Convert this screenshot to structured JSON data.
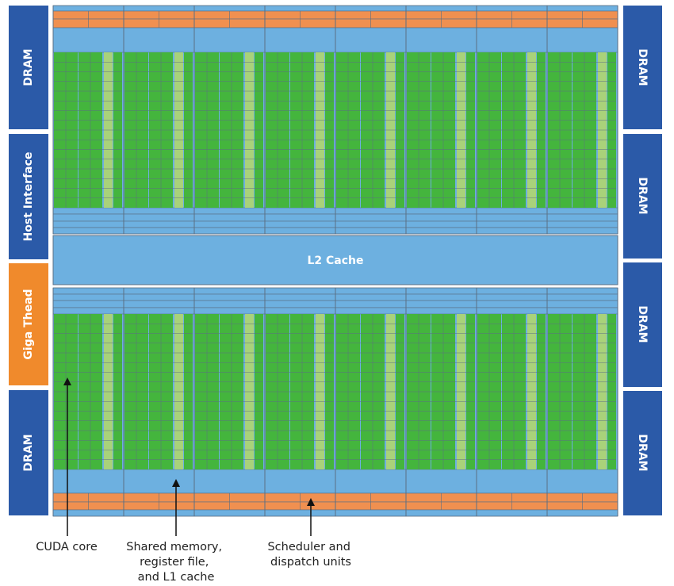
{
  "left_column": [
    {
      "label": "DRAM",
      "color": "#2b5aa8"
    },
    {
      "label": "Host Interface",
      "color": "#2b5aa8"
    },
    {
      "label": "Giga Thead",
      "color": "#f08a2c"
    },
    {
      "label": "DRAM",
      "color": "#2b5aa8"
    }
  ],
  "right_column": [
    {
      "label": "DRAM",
      "color": "#2b5aa8"
    },
    {
      "label": "DRAM",
      "color": "#2b5aa8"
    },
    {
      "label": "DRAM",
      "color": "#2b5aa8"
    },
    {
      "label": "DRAM",
      "color": "#2b5aa8"
    }
  ],
  "l2_cache": {
    "label": "L2 Cache",
    "color": "#6db0e0"
  },
  "colors": {
    "core": "#44b53d",
    "light_core": "#a9d27a",
    "memory": "#6db0e0",
    "scheduler": "#f09050",
    "divider": "#5a6f84"
  },
  "callouts": [
    {
      "lines": [
        "CUDA core"
      ]
    },
    {
      "lines": [
        "Shared memory,",
        "register file,",
        "and L1 cache"
      ]
    },
    {
      "lines": [
        "Scheduler and",
        "dispatch units"
      ]
    }
  ]
}
